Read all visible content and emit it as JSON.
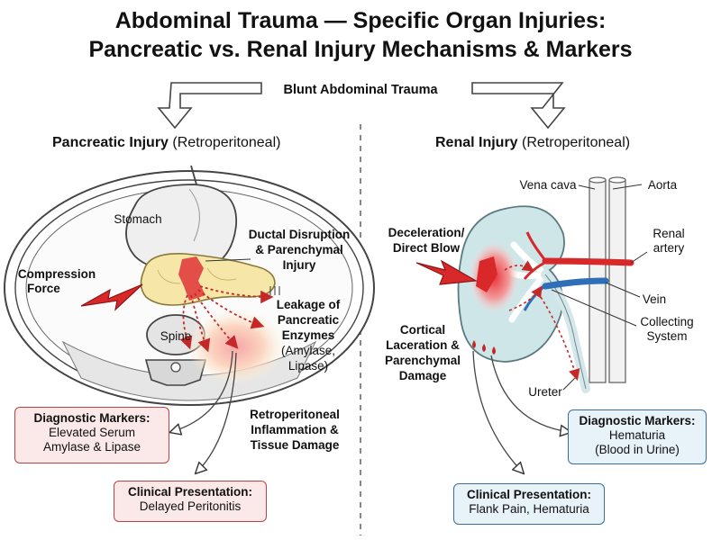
{
  "title_line1": "Abdominal Trauma — Specific Organ Injuries:",
  "title_line2": "Pancreatic vs. Renal Injury Mechanisms & Markers",
  "top_label": "Blunt Abdominal Trauma",
  "pancreatic": {
    "header": "Pancreatic Injury",
    "header_sub": "(Retroperitoneal)",
    "stomach": "Stomach",
    "spine": "Spine",
    "force_line1": "Compression",
    "force_line2": "Force",
    "ductal_line1": "Ductal Disruption",
    "ductal_line2": "& Parenchymal",
    "ductal_line3": "Injury",
    "leak_line1": "Leakage of",
    "leak_line2": "Pancreatic",
    "leak_line3": "Enzymes",
    "leak_line4": "(Amylase,",
    "leak_line5": "Lipase)",
    "inflam_line1": "Retroperitoneal",
    "inflam_line2": "Inflammation &",
    "inflam_line3": "Tissue Damage",
    "markers_title": "Diagnostic Markers:",
    "markers_line1": "Elevated Serum",
    "markers_line2": "Amylase & Lipase",
    "clinical_title": "Clinical Presentation:",
    "clinical_line1": "Delayed Peritonitis"
  },
  "renal": {
    "header": "Renal Injury",
    "header_sub": "(Retroperitoneal)",
    "vena_cava": "Vena cava",
    "aorta": "Aorta",
    "renal_artery_line1": "Renal",
    "renal_artery_line2": "artery",
    "vein": "Vein",
    "collecting_line1": "Collecting",
    "collecting_line2": "System",
    "ureter": "Ureter",
    "force_line1": "Deceleration/",
    "force_line2": "Direct Blow",
    "cortical_line1": "Cortical",
    "cortical_line2": "Laceration &",
    "cortical_line3": "Parenchymal",
    "cortical_line4": "Damage",
    "markers_title": "Diagnostic Markers:",
    "markers_line1": "Hematuria",
    "markers_line2": "(Blood in Urine)",
    "clinical_title": "Clinical Presentation:",
    "clinical_line1": "Flank Pain, Hematuria"
  },
  "colors": {
    "red": "#d8282a",
    "blue": "#2f6fb8",
    "pancreas": "#f6e7a8",
    "kidney": "#cfe6e8",
    "pink_box": "#fbe9e9",
    "blue_box": "#e8f2f9"
  }
}
